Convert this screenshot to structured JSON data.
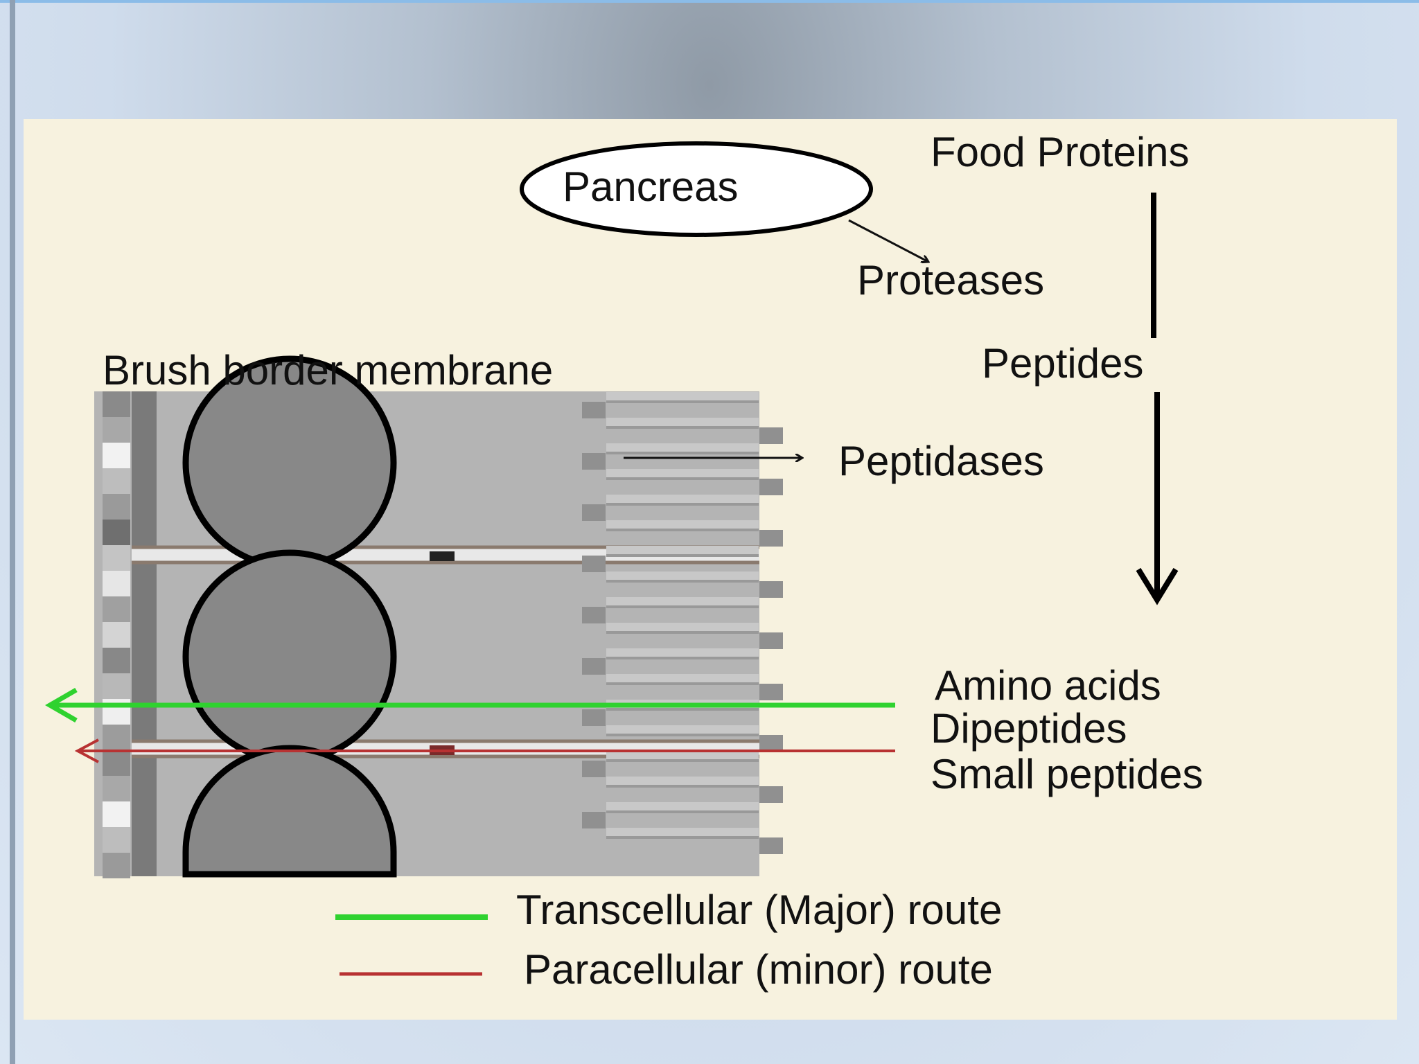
{
  "labels": {
    "food_proteins": "Food Proteins",
    "pancreas": "Pancreas",
    "proteases": "Proteases",
    "peptides": "Peptides",
    "brush_border_membrane": "Brush border membrane",
    "peptidases": "Peptidases",
    "amino_acids": "Amino acids",
    "dipeptides": "Dipeptides",
    "small_peptides": "Small peptides"
  },
  "legend": {
    "transcellular": "Transcellular (Major) route",
    "paracellular": "Paracellular (minor) route"
  },
  "colors": {
    "transcellular": "#2fd22f",
    "paracellular": "#b83232",
    "panel": "#f7f2df",
    "cell": "#b4b4b4",
    "nucleus": "#888888"
  }
}
